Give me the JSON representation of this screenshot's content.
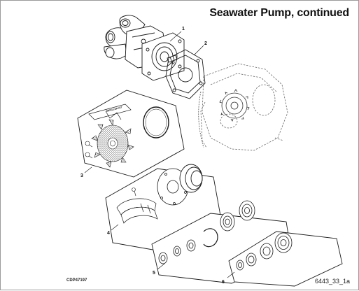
{
  "title": "Seawater Pump, continued",
  "doc_code": "CDP47197",
  "figure_code": "6443_33_1a",
  "callouts": [
    "1",
    "2",
    "3",
    "4",
    "5",
    "6"
  ],
  "kit_label": "IMPELLER KIT",
  "colors": {
    "line": "#1a1a1a",
    "panel": "#ffffff",
    "ghost": "#777777"
  }
}
